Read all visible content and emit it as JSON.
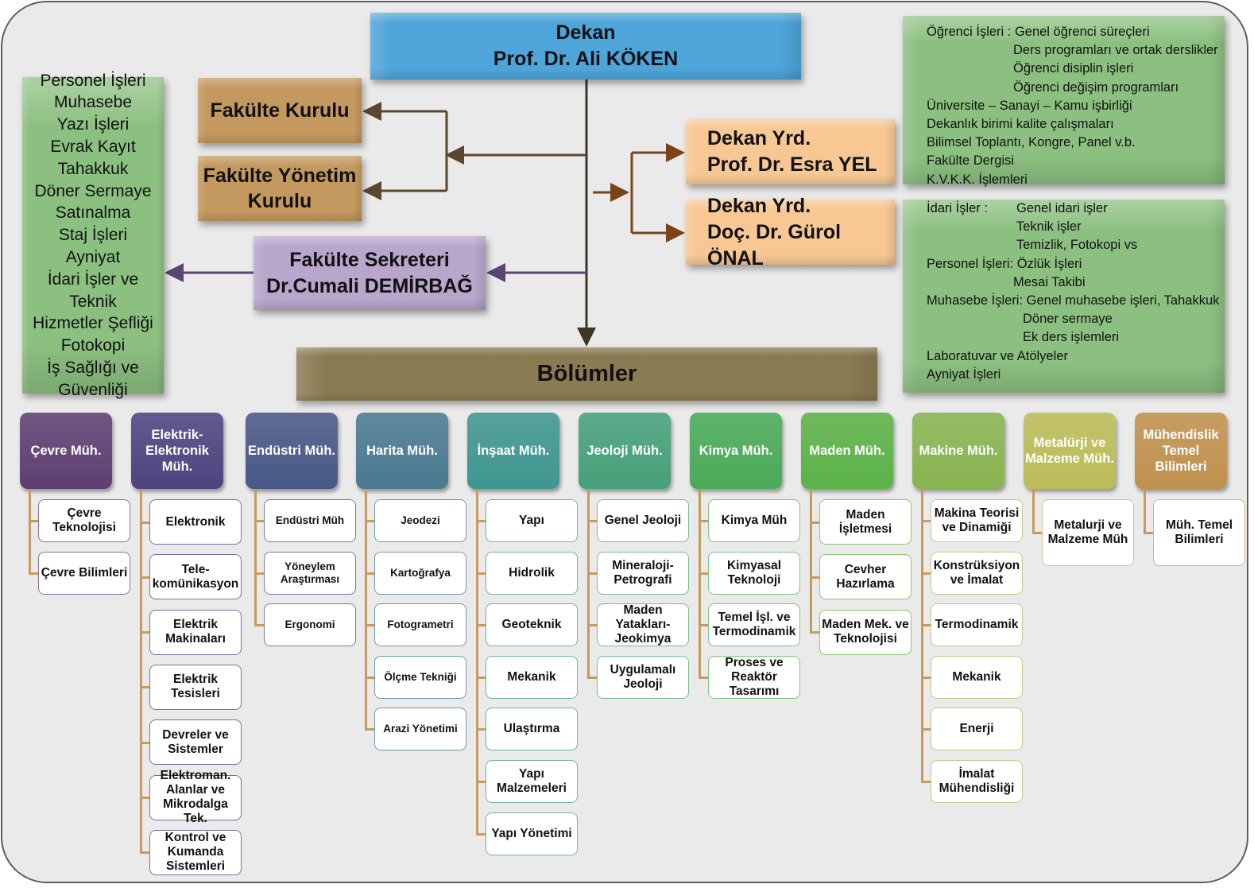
{
  "dean": {
    "title": "Dekan",
    "name": "Prof. Dr. Ali KÖKEN",
    "color": "#4ea5d9"
  },
  "boards": [
    {
      "label": "Fakülte Kurulu"
    },
    {
      "label_lines": [
        "Fakülte Yönetim",
        "Kurulu"
      ]
    }
  ],
  "vice_deans": [
    {
      "title": "Dekan Yrd.",
      "name": "Prof. Dr. Esra YEL"
    },
    {
      "title": "Dekan Yrd.",
      "name": "Doç. Dr. Gürol ÖNAL"
    }
  ],
  "secretary": {
    "title": "Fakülte Sekreteri",
    "name": "Dr.Cumali DEMİRBAĞ",
    "color": "#b9a6cc"
  },
  "secretary_units": [
    "Personel İşleri",
    "Muhasebe",
    "Yazı İşleri",
    "Evrak Kayıt",
    "Tahakkuk",
    "Döner Sermaye",
    "Satınalma",
    "Staj İşleri",
    "Ayniyat",
    "İdari İşler ve Teknik",
    "Hizmetler Şefliği",
    "Fotokopi",
    "İş Sağlığı ve",
    "Güvenliği"
  ],
  "vice_dean_1_duties": [
    {
      "text": "Öğrenci İşleri : Genel öğrenci süreçleri",
      "indent": 0
    },
    {
      "text": "Ders programları ve ortak derslikler",
      "indent": 1
    },
    {
      "text": "Öğrenci disiplin işleri",
      "indent": 1
    },
    {
      "text": "Öğrenci değişim programları",
      "indent": 1
    },
    {
      "text": "Üniversite – Sanayi – Kamu işbirliği",
      "indent": 0
    },
    {
      "text": "Dekanlık birimi kalite çalışmaları",
      "indent": 0
    },
    {
      "text": "Bilimsel Toplantı, Kongre, Panel v.b.",
      "indent": 0
    },
    {
      "text": "Fakülte Dergisi",
      "indent": 0
    },
    {
      "text": "K.V.K.K.  İşlemleri",
      "indent": 0
    }
  ],
  "vice_dean_2_duties": [
    {
      "label": "İdari İşler :",
      "text": "Genel idari işler",
      "indent": 0
    },
    {
      "text": "Teknik işler",
      "indent": 2
    },
    {
      "text": "Temizlik, Fotokopi vs",
      "indent": 2
    },
    {
      "text": "Personel İşleri: Özlük İşleri",
      "indent": 0
    },
    {
      "text": "Mesai Takibi",
      "indent": 3
    },
    {
      "text": "Muhasebe İşleri: Genel muhasebe işleri, Tahakkuk",
      "indent": 0
    },
    {
      "text": "Döner sermaye",
      "indent": 4
    },
    {
      "text": "Ek ders işlemleri",
      "indent": 4
    },
    {
      "text": "Laboratuvar ve Atölyeler",
      "indent": 0
    },
    {
      "text": "Ayniyat İşleri",
      "indent": 0
    }
  ],
  "departments_header": "Bölümler",
  "departments": [
    {
      "name": "Çevre Müh.",
      "color": "#5e3f73",
      "subs": [
        "Çevre Teknolojisi",
        "Çevre Bilimleri"
      ]
    },
    {
      "name": "Elektrik-Elektronik Müh.",
      "color": "#4f4380",
      "subs": [
        "Elektronik",
        "Tele-komünikasyon",
        "Elektrik Makinaları",
        "Elektrik Tesisleri",
        "Devreler ve Sistemler",
        "Elektroman. Alanlar ve Mikrodalga Tek.",
        "Kontrol ve Kumanda Sistemleri"
      ]
    },
    {
      "name": "Endüstri Müh.",
      "color": "#485887",
      "subs": [
        "Endüstri Müh",
        "Yöneylem Araştırması",
        "Ergonomi"
      ]
    },
    {
      "name": "Harita Müh.",
      "color": "#4a7a90",
      "subs": [
        "Jeodezi",
        "Kartoğrafya",
        "Fotogrametri",
        "Ölçme Tekniği",
        "Arazi Yönetimi"
      ]
    },
    {
      "name": "İnşaat Müh.",
      "color": "#3f9690",
      "subs": [
        "Yapı",
        "Hidrolik",
        "Geoteknik",
        "Mekanik",
        "Ulaştırma",
        "Yapı Malzemeleri",
        "Yapı Yönetimi"
      ]
    },
    {
      "name": "Jeoloji Müh.",
      "color": "#46a07a",
      "subs": [
        "Genel Jeoloji",
        "Mineraloji-Petrografi",
        "Maden Yatakları-Jeokimya",
        "Uygulamalı Jeoloji"
      ]
    },
    {
      "name": "Kimya Müh.",
      "color": "#4aaa58",
      "subs": [
        "Kimya Müh",
        "Kimyasal Teknoloji",
        "Temel İşl. ve Termodinamik",
        "Proses  ve Reaktör Tasarımı"
      ]
    },
    {
      "name": "Maden Müh.",
      "color": "#5cb248",
      "subs": [
        "Maden İşletmesi",
        "Cevher Hazırlama",
        "Maden Mek. ve Teknolojisi"
      ]
    },
    {
      "name": "Makine Müh.",
      "color": "#88b450",
      "subs": [
        "Makina Teorisi ve Dinamiği",
        "Konstrüksiyon ve İmalat",
        "Termodinamik",
        "Mekanik",
        "Enerji",
        "İmalat Mühendisliği"
      ]
    },
    {
      "name": "Metalürji ve Malzeme Müh.",
      "color": "#bcbc58",
      "subs": [
        "Metalurji ve Malzeme Müh"
      ]
    },
    {
      "name": "Mühendislik Temel Bilimleri",
      "color": "#c0914e",
      "subs": [
        "Müh. Temel Bilimleri"
      ]
    }
  ]
}
